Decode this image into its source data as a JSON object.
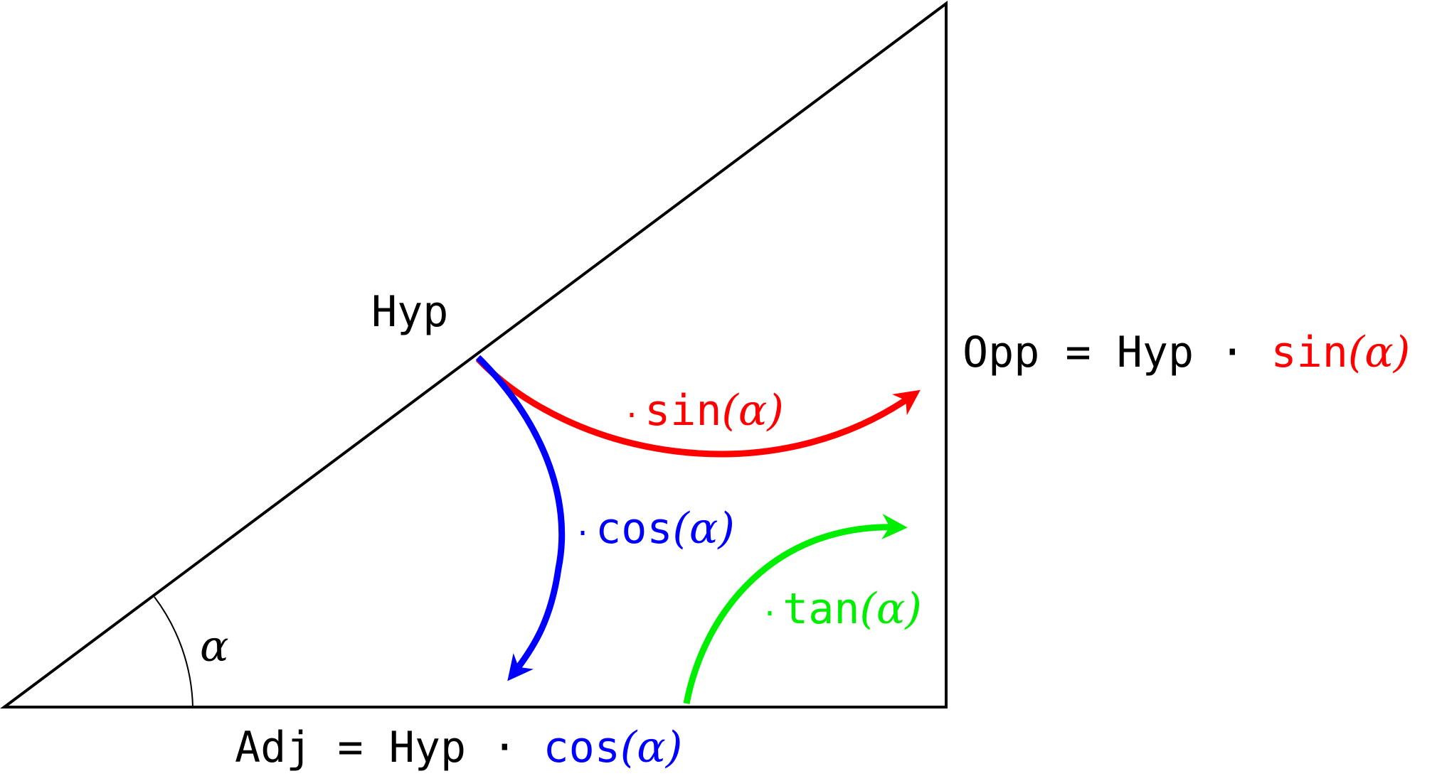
{
  "labels": {
    "hyp": "Hyp",
    "alpha": "α",
    "opp_equation": {
      "lhs": "Opp = Hyp ",
      "dot": "·",
      "fn": " sin",
      "open": "(",
      "var": "α",
      "close": ")"
    },
    "adj_equation": {
      "lhs": "Adj = Hyp ",
      "dot": "·",
      "fn": " cos",
      "open": "(",
      "var": "α",
      "close": ")"
    },
    "sin_factor": {
      "dot": "·",
      "fn": "sin",
      "open": "(",
      "var": "α",
      "close": ")"
    },
    "cos_factor": {
      "dot": "·",
      "fn": "cos",
      "open": "(",
      "var": "α",
      "close": ")"
    },
    "tan_factor": {
      "dot": "·",
      "fn": "tan",
      "open": "(",
      "var": "α",
      "close": ")"
    }
  },
  "colors": {
    "outline": "#000000",
    "sin": "#ff0000",
    "cos": "#0000ff",
    "tan": "#00ee00"
  }
}
